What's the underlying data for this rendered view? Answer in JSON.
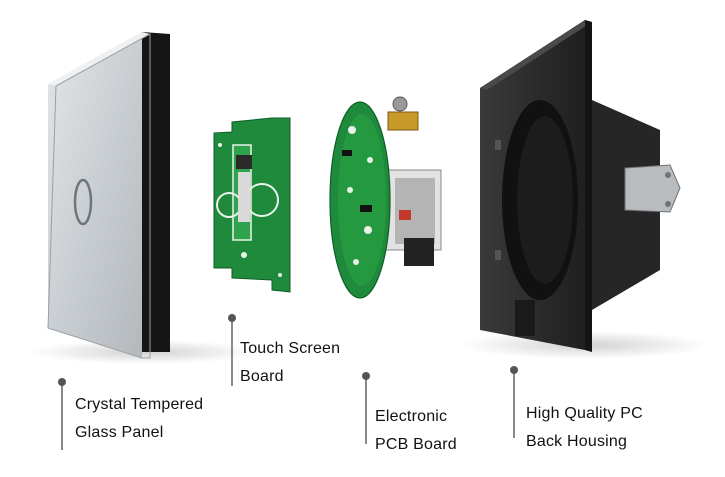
{
  "callouts": {
    "glass_panel": {
      "line1": "Crystal Tempered",
      "line2": "Glass Panel"
    },
    "touch_board": {
      "line1": "Touch Screen",
      "line2": "Board"
    },
    "pcb_board": {
      "line1": "Electronic",
      "line2": "PCB Board"
    },
    "back_housing": {
      "line1": "High Quality PC",
      "line2": "Back Housing"
    }
  },
  "colors": {
    "glass": "#c8cdd1",
    "glass_edge": "#1a1a1a",
    "pcb_green": "#1f8a3c",
    "housing": "#2b2b2b",
    "text": "#111111"
  }
}
